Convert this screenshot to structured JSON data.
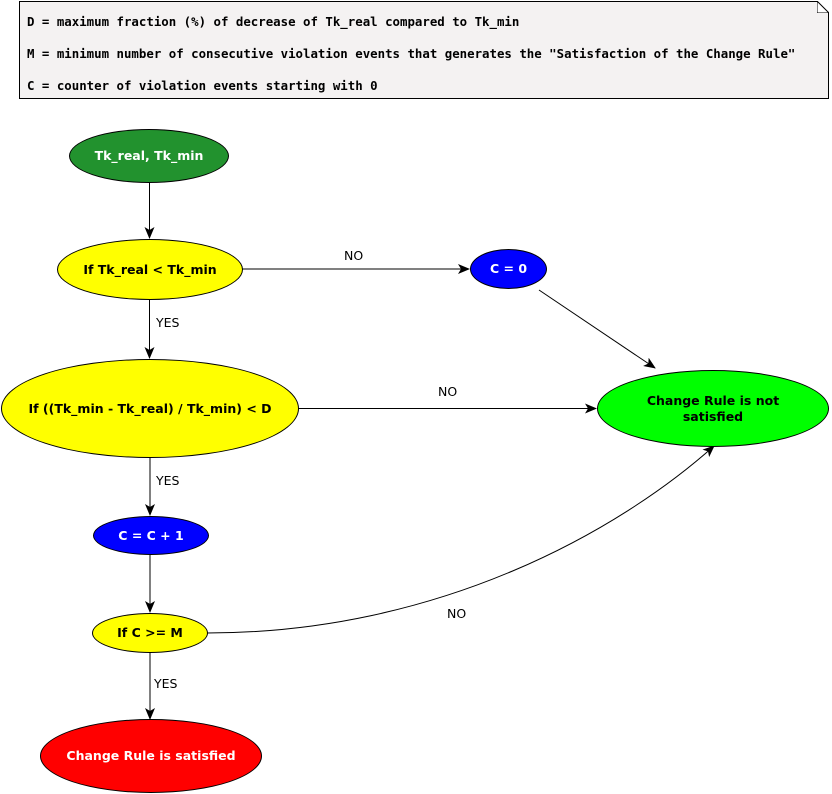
{
  "note": {
    "lines": [
      "D = maximum fraction (%) of decrease of Tk_real compared to Tk_min",
      "M = minimum number of consecutive violation events that generates the \"Satisfaction of the Change Rule\"",
      "C = counter of violation events starting with 0"
    ]
  },
  "nodes": {
    "start": {
      "label": "Tk_real, Tk_min",
      "fill": "#22922e",
      "text_color": "#ffffff"
    },
    "cond1": {
      "label": "If Tk_real < Tk_min",
      "fill": "#ffff00",
      "text_color": "#000000"
    },
    "reset": {
      "label": "C = 0",
      "fill": "#0000ff",
      "text_color": "#ffffff"
    },
    "cond2": {
      "label": "If ((Tk_min - Tk_real) / Tk_min) < D",
      "fill": "#ffff00",
      "text_color": "#000000"
    },
    "not_satisfied": {
      "label": "Change Rule is not satisfied",
      "fill": "#00ff00",
      "text_color": "#000000"
    },
    "increment": {
      "label": "C = C + 1",
      "fill": "#0000ff",
      "text_color": "#ffffff"
    },
    "cond3": {
      "label": "If C >= M",
      "fill": "#ffff00",
      "text_color": "#000000"
    },
    "satisfied": {
      "label": "Change Rule is satisfied",
      "fill": "#ff0000",
      "text_color": "#ffffff"
    }
  },
  "edges": {
    "cond1_no": "NO",
    "cond1_yes": "YES",
    "cond2_no": "NO",
    "cond2_yes": "YES",
    "cond3_no": "NO",
    "cond3_yes": "YES"
  }
}
